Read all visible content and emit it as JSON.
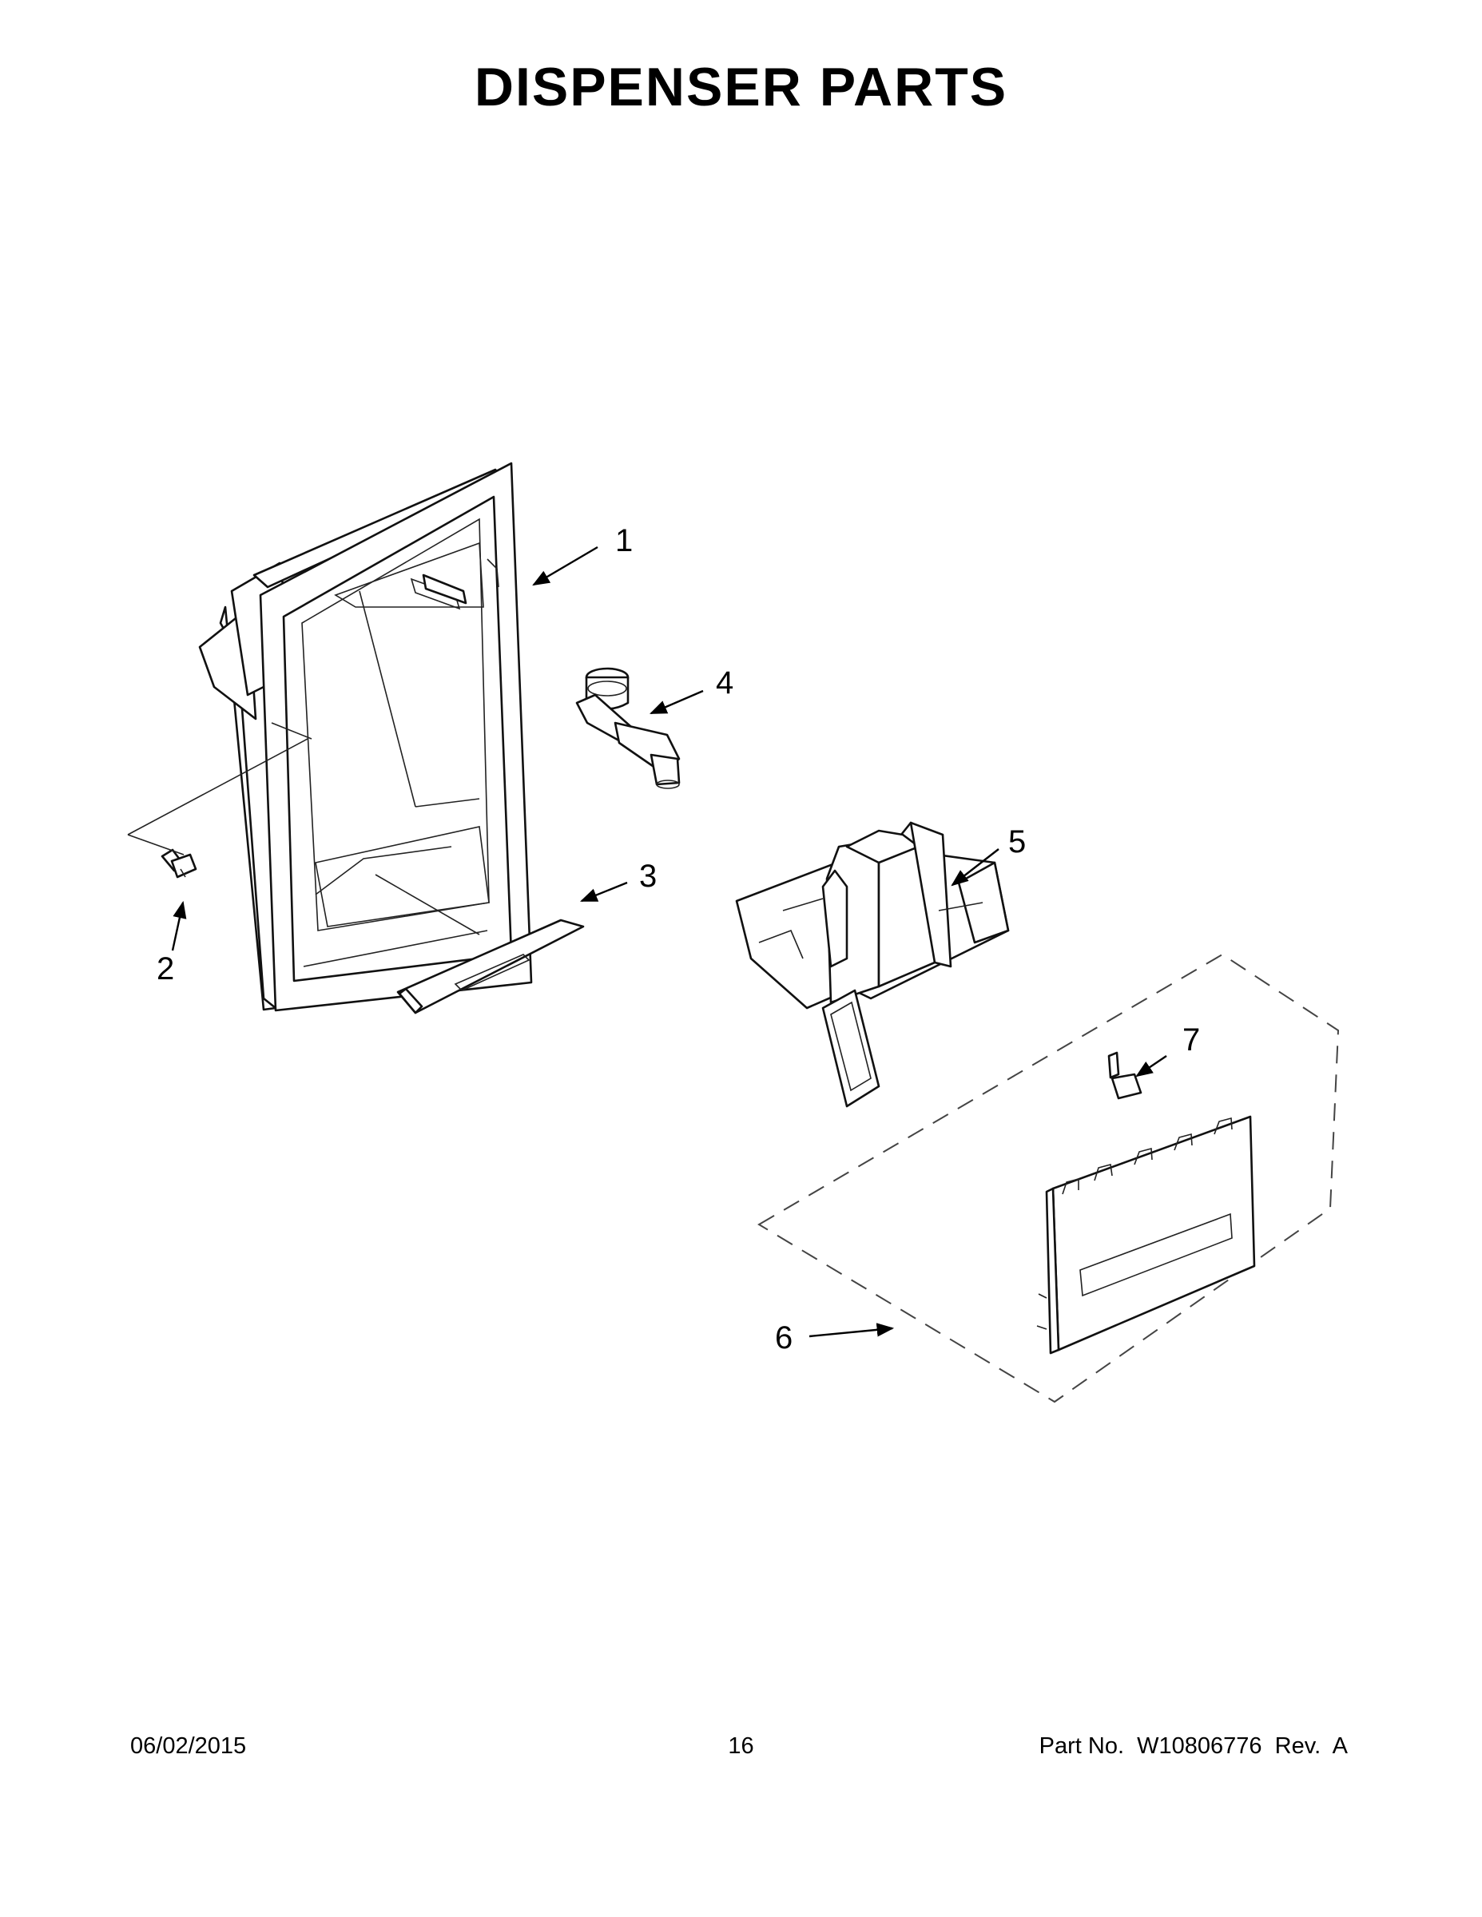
{
  "title": "DISPENSER PARTS",
  "callouts": {
    "c1": "1",
    "c2": "2",
    "c3": "3",
    "c4": "4",
    "c5": "5",
    "c6": "6",
    "c7": "7"
  },
  "footer": {
    "date": "06/02/2015",
    "page": "16",
    "part": "Part No.  W10806776  Rev.  A"
  }
}
